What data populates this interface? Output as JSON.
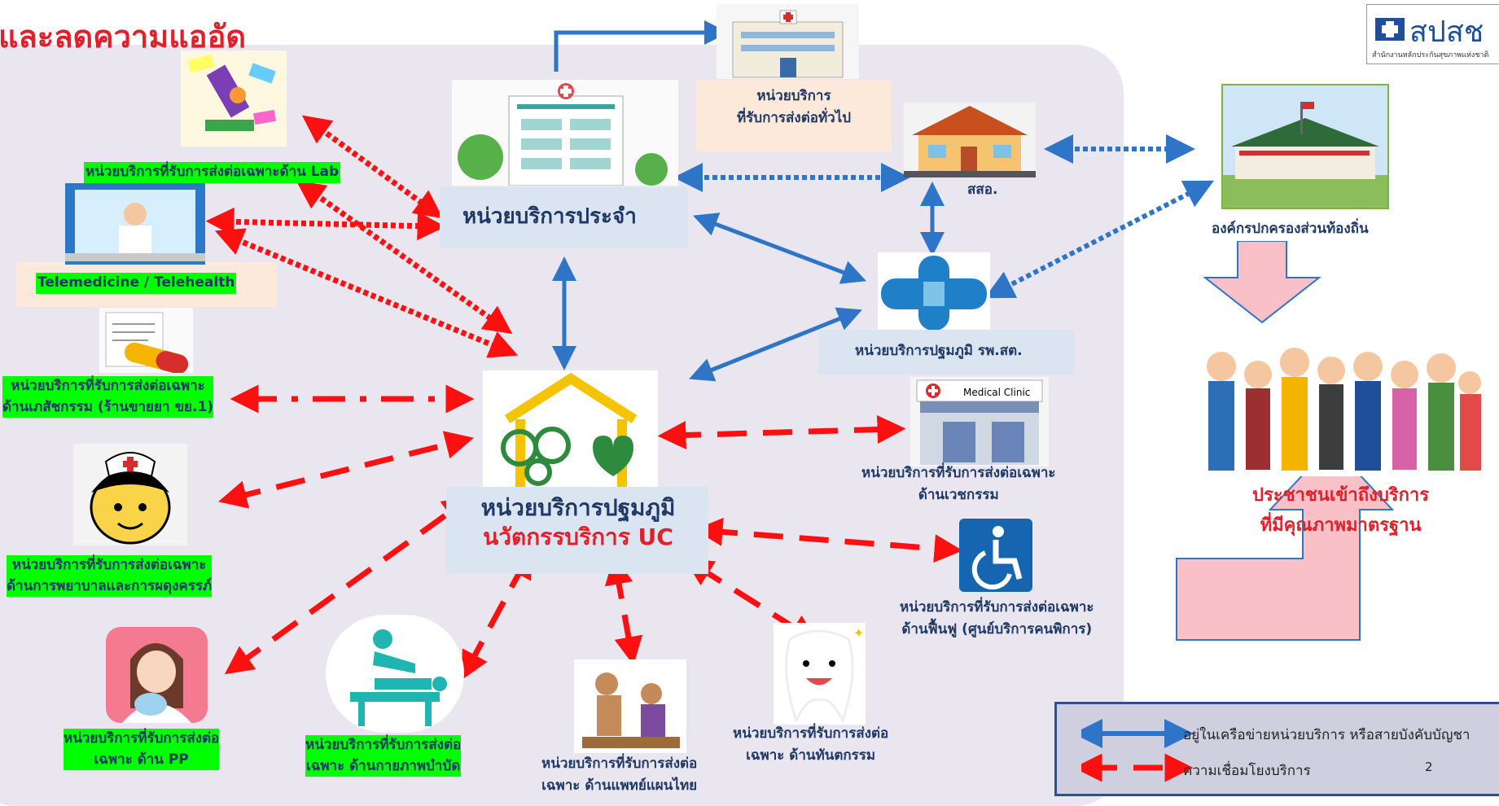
{
  "title": "และลดความแออัด",
  "logo": {
    "text": "สปสช",
    "subtext": "สำนักงานหลักประกันสุขภาพแห่งชาติ"
  },
  "nodes": {
    "lab": "หน่วยบริการที่รับการส่งต่อเฉพาะด้าน Lab",
    "telemed": "Telemedicine / Telehealth",
    "pharmacy": [
      "หน่วยบริการที่รับการส่งต่อเฉพาะ",
      "ด้านเภสัชกรรม (ร้านขายยา ขย.1)"
    ],
    "nursing": [
      "หน่วยบริการที่รับการส่งต่อเฉพาะ",
      "ด้านการพยาบาลและการผดุงครรภ์"
    ],
    "pp": [
      "หน่วยบริการที่รับการส่งต่อ",
      "เฉพาะ ด้าน PP"
    ],
    "physio": [
      "หน่วยบริการที่รับการส่งต่อ",
      "เฉพาะ ด้านกายภาพบำบัด"
    ],
    "thai_med": [
      "หน่วยบริการที่รับการส่งต่อ",
      "เฉพาะ ด้านแพทย์แผนไทย"
    ],
    "dental": [
      "หน่วยบริการที่รับการส่งต่อ",
      "เฉพาะ ด้านทันตกรรม"
    ],
    "rehab": [
      "หน่วยบริการที่รับการส่งต่อเฉพาะ",
      "ด้านฟื้นฟู (ศูนย์บริการคนพิการ)"
    ],
    "medtech": [
      "หน่วยบริการที่รับการส่งต่อเฉพาะ",
      "ด้านเวชกรรม"
    ],
    "general_referral": [
      "หน่วยบริการ",
      "ที่รับการส่งต่อทั่วไป"
    ],
    "main_unit": "หน่วยบริการประจำ",
    "sso": "สสอ.",
    "rpsat": "หน่วยบริการปฐมภูมิ รพ.สต.",
    "local_gov": "องค์กรปกครองส่วนท้องถิ่น",
    "primary_innovation_line1": "หน่วยบริการปฐมภูมิ",
    "primary_innovation_line2": "นวัตกรรบริการ UC",
    "clinic_sign": "Medical Clinic"
  },
  "outcome": [
    "ประชาชนเข้าถึงบริการ",
    "ที่มีคุณภาพมาตรฐาน"
  ],
  "legend": {
    "blue": "อยู่ในเครือข่ายหน่วยบริการ หรือสายบังคับบัญชา",
    "red": "ความเชื่อมโยงบริการ",
    "page_number": "2"
  },
  "colors": {
    "blue_arrow": "#2e75c8",
    "red_arrow": "#ff1010",
    "highlight": "#00ff00",
    "title": "#e0202a"
  }
}
